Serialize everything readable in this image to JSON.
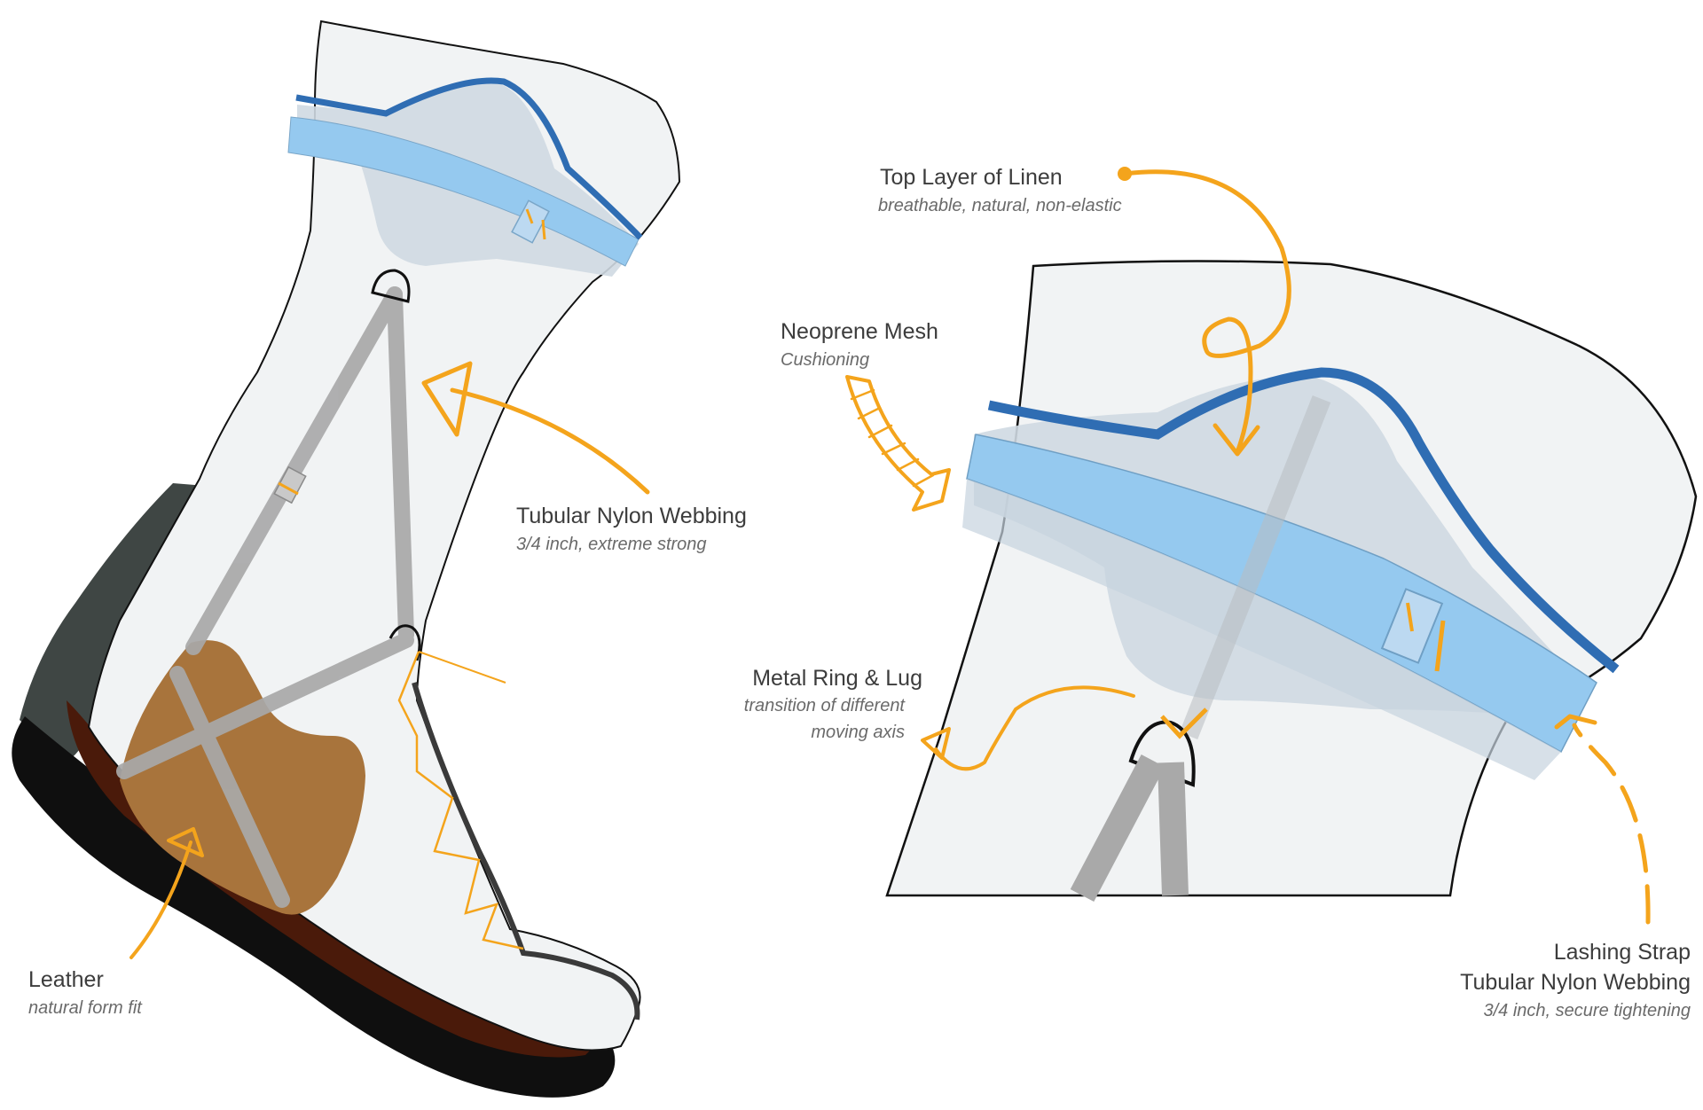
{
  "labels": {
    "top_layer": {
      "title": "Top Layer of Linen",
      "subtitle": "breathable, natural, non-elastic"
    },
    "neoprene": {
      "title": "Neoprene Mesh",
      "subtitle": "Cushioning"
    },
    "webbing": {
      "title": "Tubular Nylon Webbing",
      "subtitle": "3/4 inch, extreme strong"
    },
    "metal_ring": {
      "title": "Metal Ring & Lug",
      "subtitle_line1": "transition of different",
      "subtitle_line2": "moving axis"
    },
    "leather": {
      "title": "Leather",
      "subtitle": "natural form fit"
    },
    "lashing": {
      "title_line1": "Lashing Strap",
      "title_line2": "Tubular Nylon Webbing",
      "subtitle": "3/4 inch, secure tightening"
    }
  },
  "colors": {
    "accent_orange": "#f4a41c",
    "strap_blue": "#2f6db3",
    "band_light_blue": "#95c9ef",
    "sock_fill": "#f1f3f4",
    "neoprene_fill": "#cfd9e2",
    "webbing_gray": "#a9a9a9",
    "leather_brown": "#a8743c",
    "sole_black": "#0f0f0f",
    "sole_brown": "#4a1a0a",
    "heel_gray": "#3f4644"
  }
}
